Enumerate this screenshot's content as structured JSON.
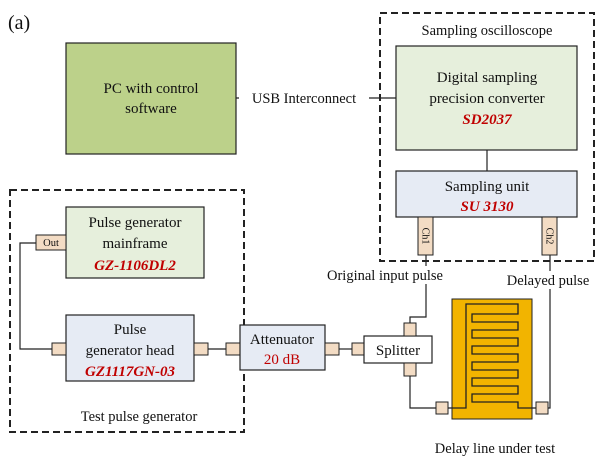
{
  "panel_label": "(a)",
  "colors": {
    "pc_fill": "#bcd18a",
    "converter_fill": "#e6efdc",
    "unit_fill": "#e6ebf4",
    "connector_fill": "#f3dcc4",
    "delay_fill": "#f2b400",
    "accent_text": "#c00000",
    "line": "#222222"
  },
  "pc": {
    "line1": "PC with control",
    "line2": "software"
  },
  "usb_label": "USB Interconnect",
  "oscilloscope": {
    "title": "Sampling oscilloscope",
    "converter": {
      "line1": "Digital sampling",
      "line2": "precision converter",
      "model": "SD2037"
    },
    "unit": {
      "label": "Sampling unit",
      "model": "SU 3130"
    },
    "ch1": "Ch1",
    "ch2": "Ch2"
  },
  "pulse_generator": {
    "title": "Test pulse generator",
    "mainframe": {
      "line1": "Pulse generator",
      "line2": "mainframe",
      "model": "GZ-1106DL2"
    },
    "out_label": "Out",
    "head": {
      "line1": "Pulse",
      "line2": "generator head",
      "model": "GZ1117GN-03"
    }
  },
  "attenuator": {
    "label": "Attenuator",
    "value": "20 dB"
  },
  "splitter": "Splitter",
  "original_pulse": "Original input pulse",
  "delayed_pulse": "Delayed pulse",
  "delay_line": "Delay line under test"
}
